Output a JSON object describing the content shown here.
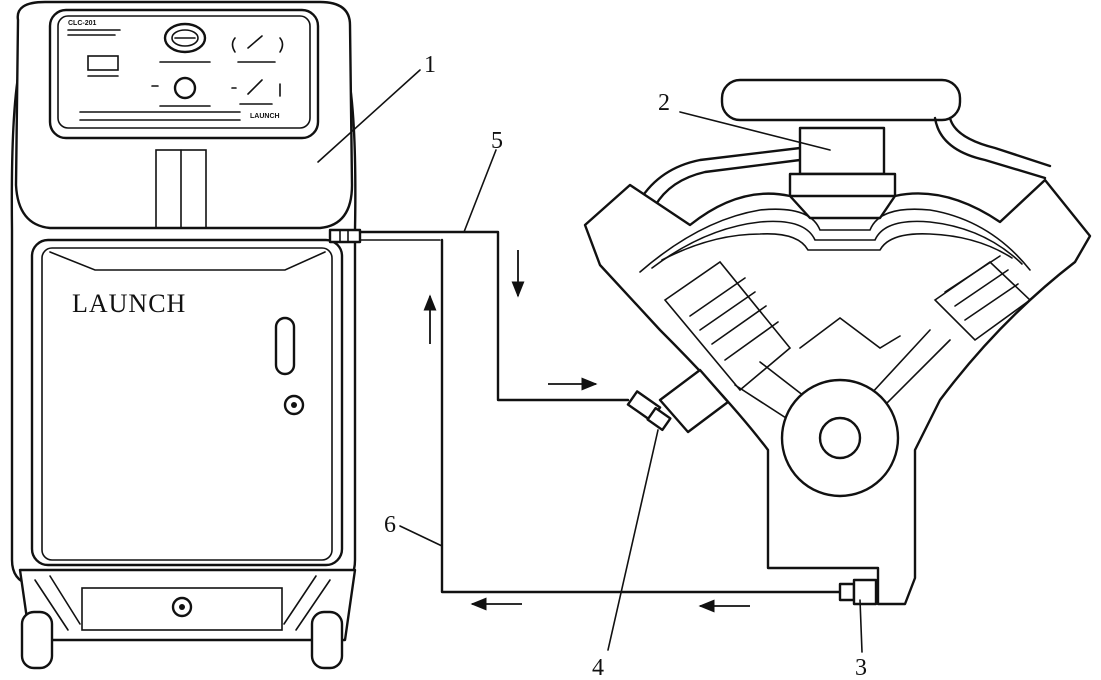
{
  "machine": {
    "brand": "LAUNCH",
    "panel_model": "CLC-201",
    "panel_brand": "LAUNCH"
  },
  "callouts": {
    "c1": "1",
    "c2": "2",
    "c3": "3",
    "c4": "4",
    "c5": "5",
    "c6": "6"
  },
  "icons": {
    "flow_arrow": "arrow-icon",
    "panel_knob": "knob-icon",
    "panel_gauge": "gauge-icon"
  }
}
